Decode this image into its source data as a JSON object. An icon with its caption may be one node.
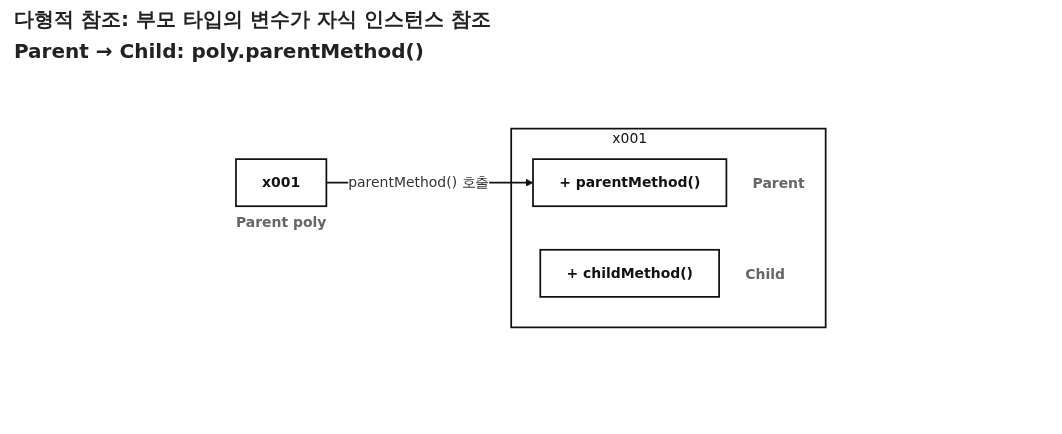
{
  "diagram": {
    "title": "다형적 참조: 부모 타입의 변수가 자식 인스턴스 참조",
    "nodes": [
      {
        "text": [
          "x001"
        ],
        "beside": [
          "Parent poly"
        ]
      },
      {
        "text": [
          "x001"
        ]
      },
      {
        "text": [
          "+ parentMethod()"
        ],
        "beside": [
          "Parent"
        ],
        "in": 1
      },
      {
        "text": [
          "+ childMethod()"
        ],
        "beside": [
          "Child"
        ],
        "in": 1
      }
    ],
    "edges": [
      {
        "from": 0,
        "to": 2,
        "label": "parentMethod() 호출",
        "arrow": "to"
      }
    ],
    "labels": [
      "Parent → Child: poly.parentMethod()"
    ]
  }
}
